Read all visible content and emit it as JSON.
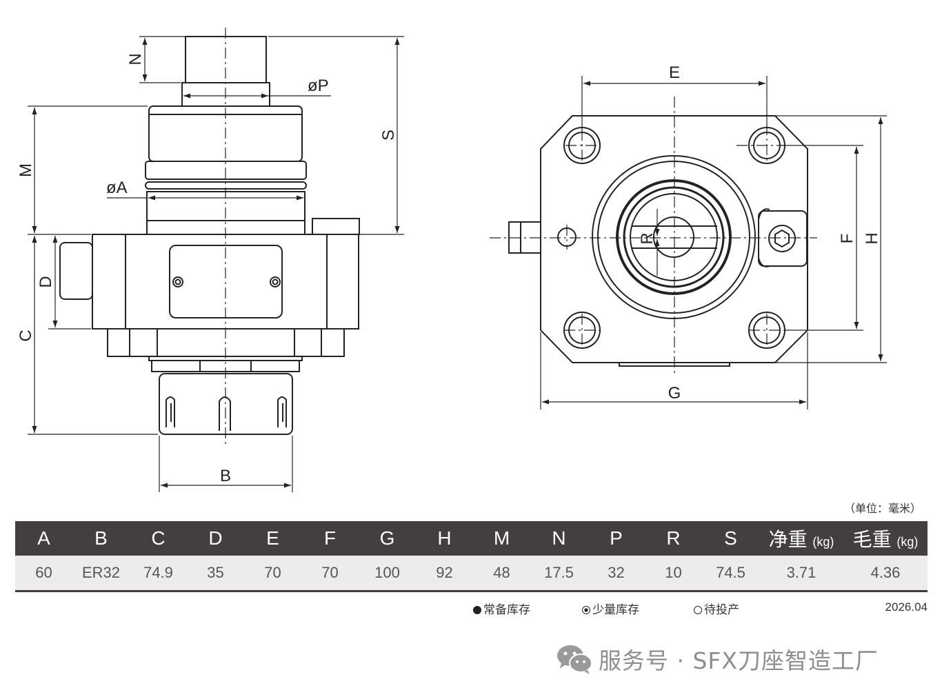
{
  "drawing": {
    "dimension_labels": {
      "N": "N",
      "P": "øP",
      "S": "S",
      "M": "M",
      "A": "øA",
      "D": "D",
      "C": "C",
      "B": "B",
      "E": "E",
      "F": "F",
      "H": "H",
      "G": "G",
      "R": "R"
    }
  },
  "unit_note": "（单位：毫米）",
  "spec_table": {
    "headers": [
      {
        "main": "A"
      },
      {
        "main": "B"
      },
      {
        "main": "C"
      },
      {
        "main": "D"
      },
      {
        "main": "E"
      },
      {
        "main": "F"
      },
      {
        "main": "G"
      },
      {
        "main": "H"
      },
      {
        "main": "M"
      },
      {
        "main": "N"
      },
      {
        "main": "P"
      },
      {
        "main": "R"
      },
      {
        "main": "S"
      },
      {
        "main": "净重",
        "sub": "(kg)"
      },
      {
        "main": "毛重",
        "sub": "(kg)"
      }
    ],
    "values": [
      "60",
      "ER32",
      "74.9",
      "35",
      "70",
      "70",
      "100",
      "92",
      "48",
      "17.5",
      "32",
      "10",
      "74.5",
      "3.71",
      "4.36"
    ]
  },
  "legend": {
    "stock": "常备库存",
    "limited": "少量库存",
    "pending": "待投产"
  },
  "date": "2026.04",
  "watermark": "服务号 · SFX刀座智造工厂",
  "colors": {
    "header_bg": "#433f40",
    "row_bg": "#ececec",
    "watermark": "#8e8e8e"
  }
}
